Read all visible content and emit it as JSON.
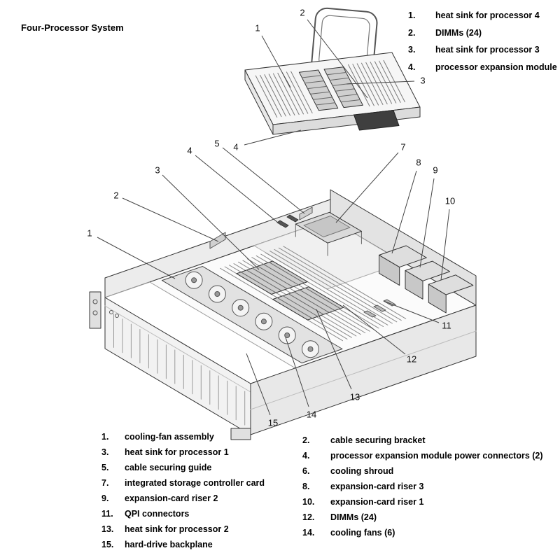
{
  "title": "Four-Processor System",
  "top_legend": [
    {
      "num": "1.",
      "label": "heat sink for processor 4"
    },
    {
      "num": "2.",
      "label": "DIMMs (24)"
    },
    {
      "num": "3.",
      "label": "heat sink for processor 3"
    },
    {
      "num": "4.",
      "label": "processor expansion module"
    }
  ],
  "bottom_legend_left": [
    {
      "num": "1.",
      "label": "cooling-fan assembly"
    },
    {
      "num": "3.",
      "label": "heat sink for processor 1"
    },
    {
      "num": "5.",
      "label": "cable securing guide"
    },
    {
      "num": "7.",
      "label": "integrated storage controller card"
    },
    {
      "num": "9.",
      "label": "expansion-card riser 2"
    },
    {
      "num": "11.",
      "label": "QPI connectors"
    },
    {
      "num": "13.",
      "label": "heat sink for processor 2"
    },
    {
      "num": "15.",
      "label": "hard-drive backplane"
    }
  ],
  "bottom_legend_right": [
    {
      "num": "2.",
      "label": "cable securing bracket"
    },
    {
      "num": "4.",
      "label": "processor expansion module power connectors (2)"
    },
    {
      "num": "6.",
      "label": "cooling shroud"
    },
    {
      "num": "8.",
      "label": "expansion-card riser 3"
    },
    {
      "num": "10.",
      "label": "expansion-card riser 1"
    },
    {
      "num": "12.",
      "label": "DIMMs (24)"
    },
    {
      "num": "14.",
      "label": "cooling fans (6)"
    }
  ],
  "module_callouts": [
    {
      "num": "1"
    },
    {
      "num": "2"
    },
    {
      "num": "3"
    },
    {
      "num": "4"
    }
  ],
  "chassis_callouts": [
    {
      "num": "1"
    },
    {
      "num": "2"
    },
    {
      "num": "3"
    },
    {
      "num": "4"
    },
    {
      "num": "5"
    },
    {
      "num": "7"
    },
    {
      "num": "8"
    },
    {
      "num": "9"
    },
    {
      "num": "10"
    },
    {
      "num": "11"
    },
    {
      "num": "12"
    },
    {
      "num": "13"
    },
    {
      "num": "14"
    },
    {
      "num": "15"
    }
  ]
}
